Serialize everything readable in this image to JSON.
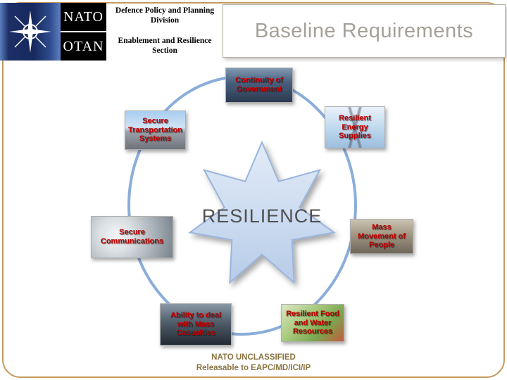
{
  "slide": {
    "title": "Baseline Requirements",
    "org": {
      "nato": "NATO",
      "otan": "OTAN",
      "division": "Defence Policy and Planning Division",
      "section": "Enablement and Resilience Section"
    },
    "footer": {
      "line1": "NATO UNCLASSIFIED",
      "line2": "Releasable to EAPC/MD/ICI/IP"
    }
  },
  "diagram": {
    "center_label": "RESILIENCE",
    "nodes": [
      {
        "label": "Continuity of Government"
      },
      {
        "label": "Resilient Energy Supplies"
      },
      {
        "label": "Mass Movement of People"
      },
      {
        "label": "Resilient Food and Water Resources"
      },
      {
        "label": "Ability to deal with Mass Casualties"
      },
      {
        "label": "Secure Communications"
      },
      {
        "label": "Secure Transportation Systems"
      }
    ]
  },
  "colors": {
    "slide_border": "#c49a5f",
    "title_text": "#a5a099",
    "node_text": "#c00000",
    "footer_text": "#8a7340",
    "ring_stroke": "#8badd9",
    "star_fill_top": "#e2ebf7",
    "star_fill_bottom": "#b7cce8",
    "flag_navy": "#16295e"
  }
}
